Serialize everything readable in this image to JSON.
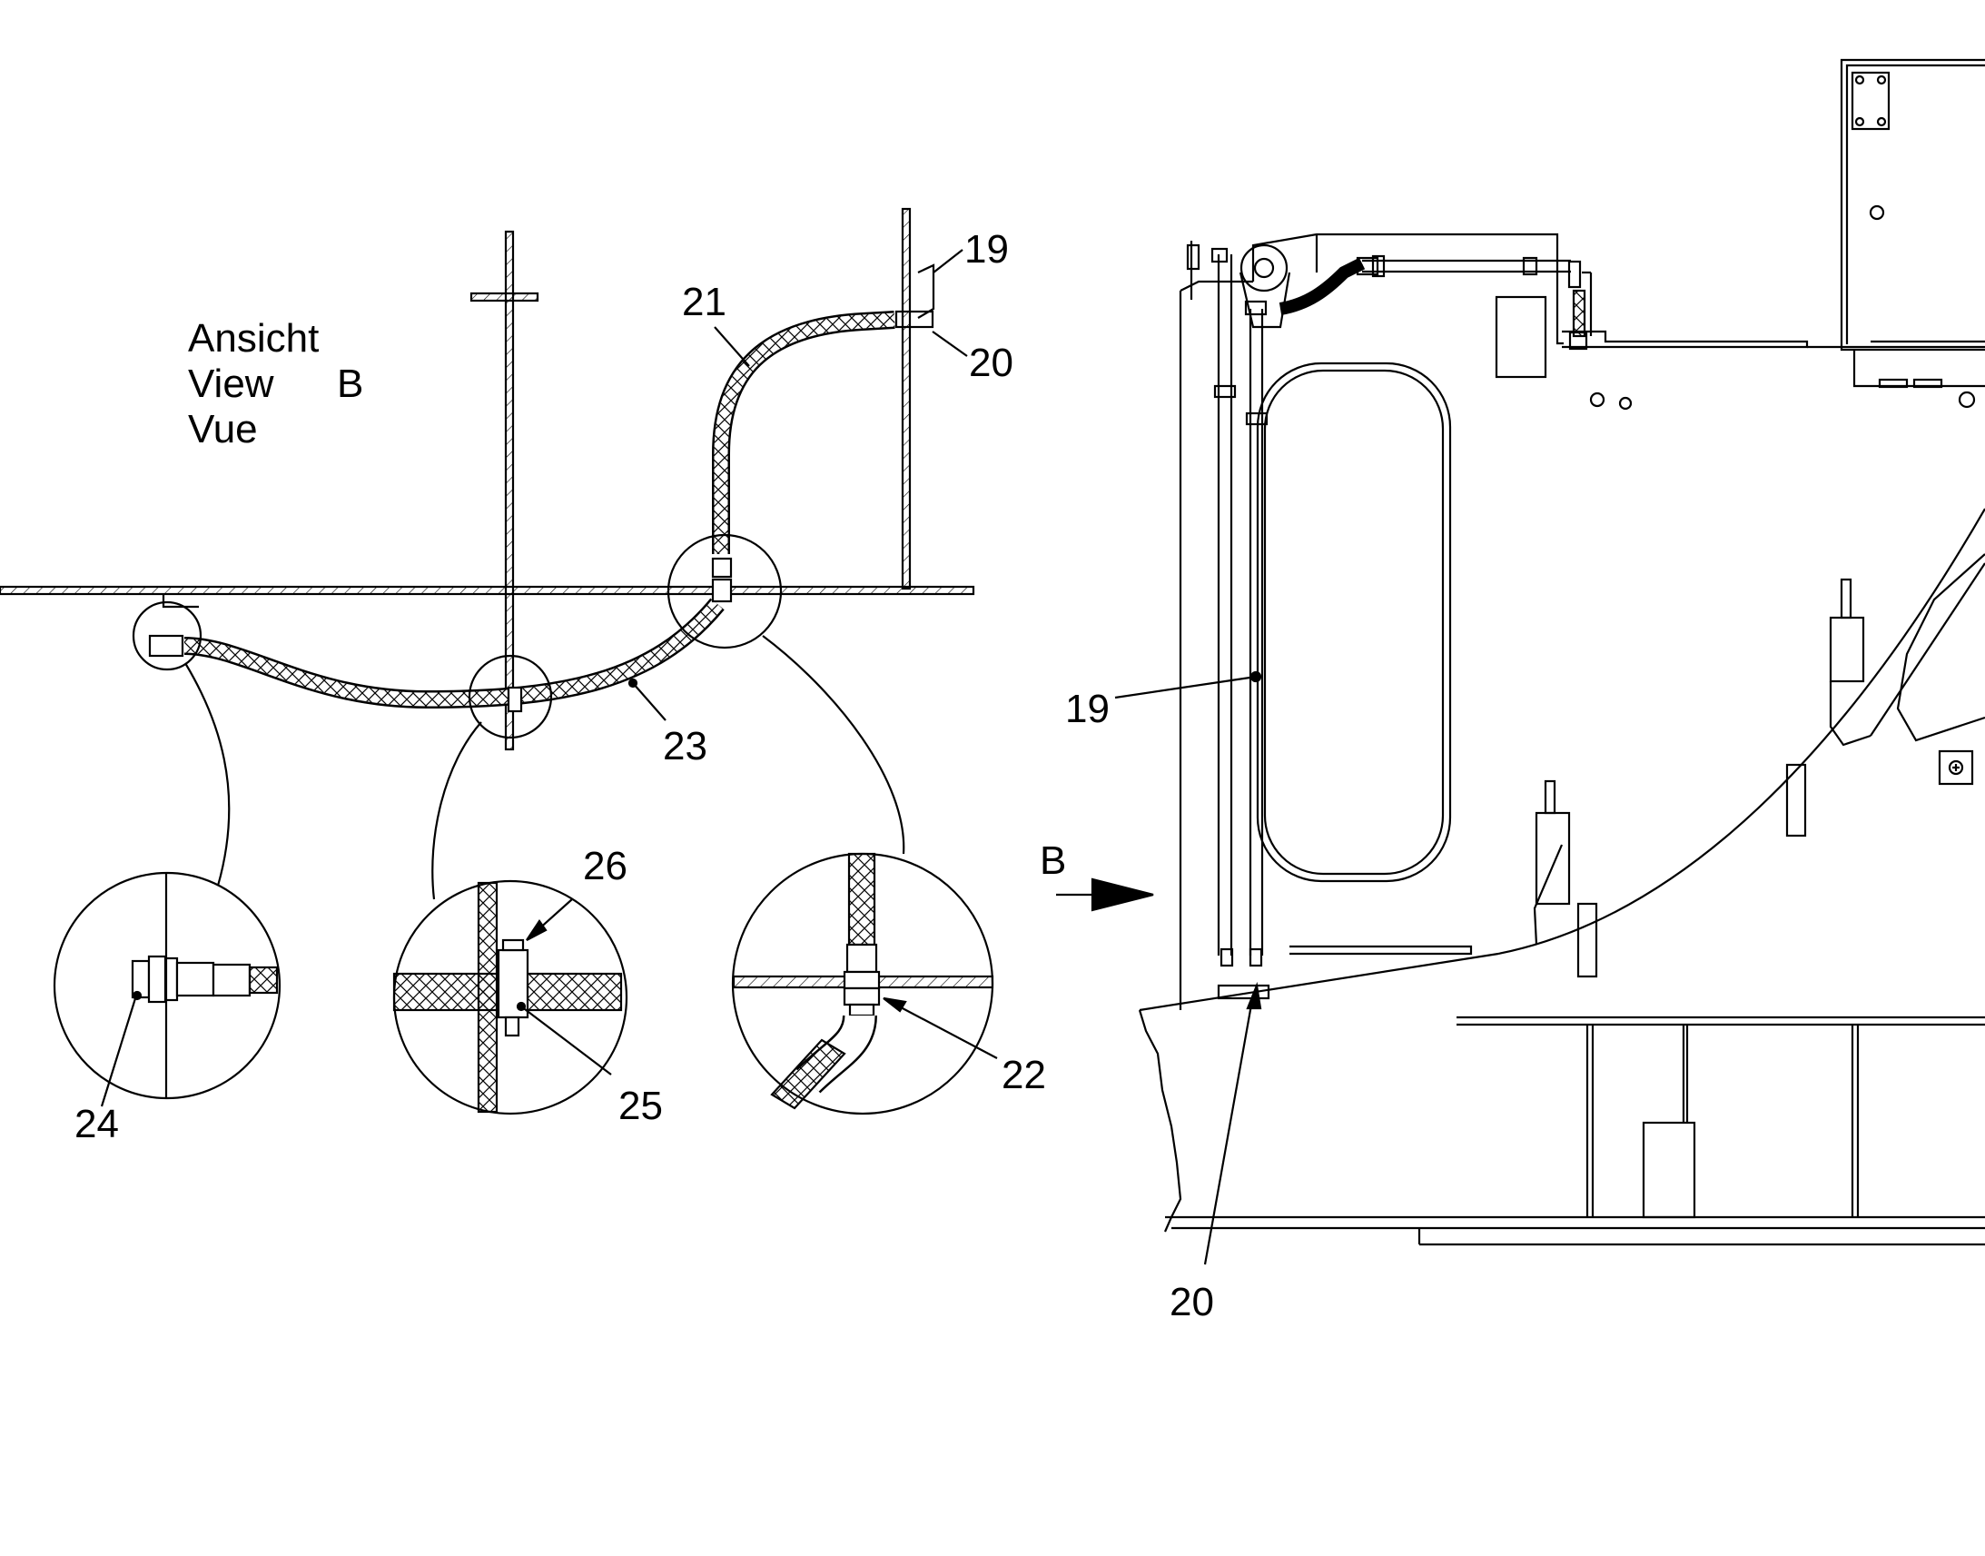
{
  "view_label": {
    "line1": "Ansicht",
    "line2": "View",
    "line3": "Vue",
    "letter": "B"
  },
  "arrow_label": "B",
  "callouts": {
    "c19a": "19",
    "c20a": "20",
    "c21": "21",
    "c23": "23",
    "c26": "26",
    "c25": "25",
    "c22": "22",
    "c24": "24",
    "c19b": "19",
    "c20b": "20"
  },
  "colors": {
    "ink": "#000000",
    "paper": "#ffffff"
  }
}
